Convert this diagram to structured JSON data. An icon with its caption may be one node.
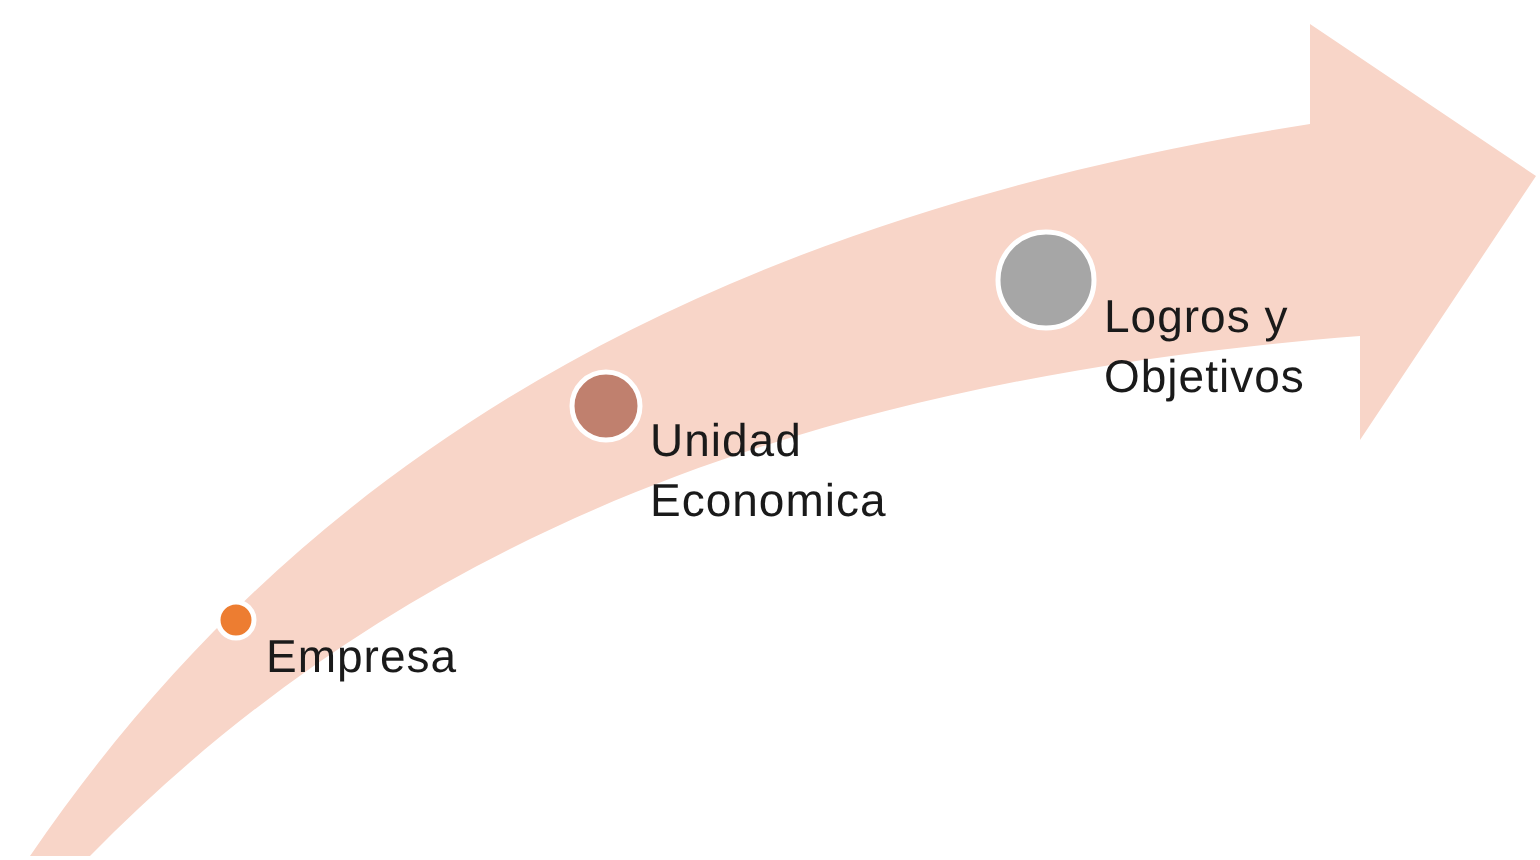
{
  "diagram": {
    "nodes": [
      {
        "text": [
          "Empresa"
        ]
      },
      {
        "text": [
          "Unidad Economica"
        ]
      },
      {
        "text": [
          "Logros y Objetivos"
        ]
      }
    ]
  }
}
